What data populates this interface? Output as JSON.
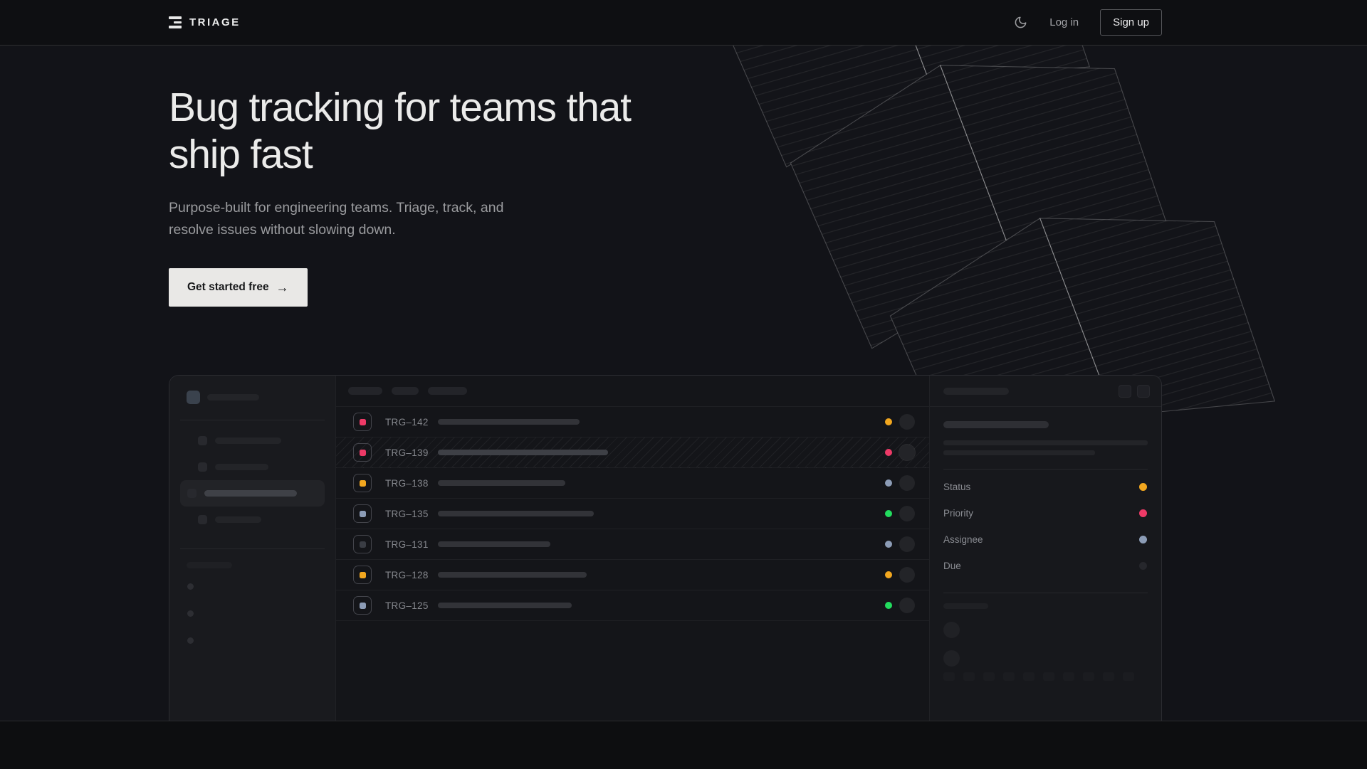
{
  "brand": {
    "name": "TRIAGE"
  },
  "header": {
    "theme_icon": "moon",
    "login_label": "Log in",
    "signup_label": "Sign up"
  },
  "hero": {
    "title": "Bug tracking for teams that ship fast",
    "subtitle": "Purpose-built for engineering teams. Triage, track, and resolve issues without slowing down.",
    "cta_label": "Get started free",
    "cta_arrow": "→"
  },
  "colors": {
    "amber": "#f2a71f",
    "pink": "#ee3a67",
    "slate": "#8c9cb6",
    "green": "#22dc5e",
    "gray": "#3a3d44",
    "due": "#26272c",
    "accent_button": "#e9e8e6",
    "background": "#121318"
  },
  "mockup": {
    "issues": [
      {
        "id": "TRG–142",
        "icon": "pink",
        "status": "amber",
        "title_w": 199,
        "hatched": false
      },
      {
        "id": "TRG–139",
        "icon": "pink",
        "status": "pink",
        "title_w": 239,
        "hatched": true
      },
      {
        "id": "TRG–138",
        "icon": "amber",
        "status": "slate",
        "title_w": 179,
        "hatched": false
      },
      {
        "id": "TRG–135",
        "icon": "slate",
        "status": "green",
        "title_w": 219,
        "hatched": false
      },
      {
        "id": "TRG–131",
        "icon": "gray",
        "status": "slate",
        "title_w": 158,
        "hatched": false
      },
      {
        "id": "TRG–128",
        "icon": "amber",
        "status": "amber",
        "title_w": 209,
        "hatched": false
      },
      {
        "id": "TRG–125",
        "icon": "slate",
        "status": "green",
        "title_w": 188,
        "hatched": false
      }
    ],
    "panel": {
      "properties": [
        {
          "label": "Status",
          "dot": "amber"
        },
        {
          "label": "Priority",
          "dot": "pink"
        },
        {
          "label": "Assignee",
          "dot": "slate"
        },
        {
          "label": "Due",
          "dot": "due"
        }
      ]
    }
  }
}
